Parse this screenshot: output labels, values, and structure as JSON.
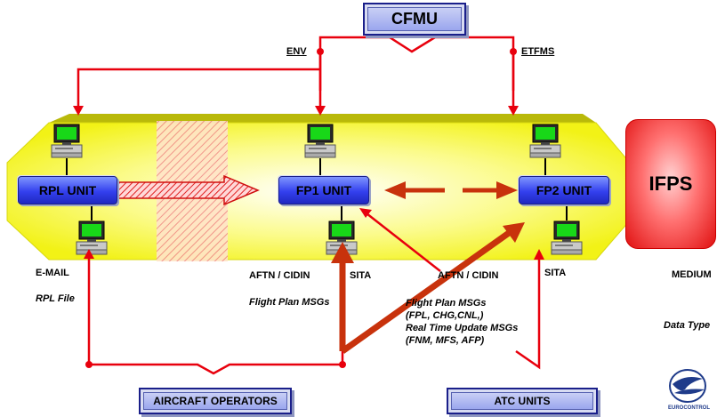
{
  "top": {
    "cfmu": "CFMU",
    "env": "ENV",
    "etfms": "ETFMS"
  },
  "units": {
    "rpl": "RPL UNIT",
    "fp1": "FP1 UNIT",
    "fp2": "FP2  UNIT",
    "ifps": "IFPS"
  },
  "labels": {
    "email": "E-MAIL",
    "rpl_file": "RPL  File",
    "aftn_cidin_left": "AFTN / CIDIN",
    "sita_left": "SITA",
    "aftn_cidin_right": "AFTN / CIDIN",
    "sita_right": "SITA",
    "medium": "MEDIUM",
    "flight_plan_msgs_left": "Flight Plan MSGs",
    "data_type": "Data Type"
  },
  "messages": [
    "Flight Plan MSGs",
    "(FPL, CHG,CNL,)",
    "Real Time Update  MSGs",
    "(FNM, MFS, AFP)"
  ],
  "bottom": {
    "aircraft_operators": "AIRCRAFT OPERATORS",
    "atc_units": "ATC UNITS"
  },
  "logo": {
    "text": "EUROCONTROL"
  },
  "colors": {
    "band": "#f7f716",
    "arrow_red": "#e8000d",
    "thick_arrow": "#c8320c",
    "unit_blue": "#3340ee",
    "ifps_red": "#e01010"
  }
}
